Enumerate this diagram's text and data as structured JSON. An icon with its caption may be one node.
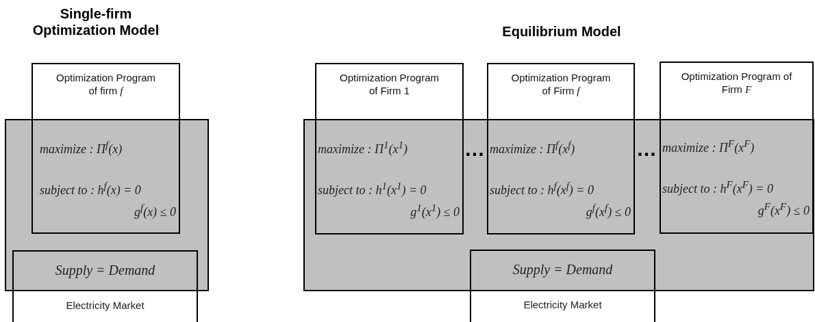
{
  "diagram": {
    "nodes": [
      {
        "text": [],
        "shape": "box"
      },
      {
        "text": [
          "Optimization Program of firm *f*",
          "maximize : Π$^{f}$(x)",
          "subject to : h$^{f}$(x) = 0",
          "g$^{f}$(x) ≤ 0"
        ]
      },
      {
        "text": [
          "Supply = Demand",
          "Electricity Market"
        ]
      },
      {
        "text": [],
        "shape": "box"
      },
      {
        "text": [
          "Optimization Program of Firm 1",
          "maximize : Π$^{1}$(x$^{1}$)",
          "subject to : h$^{1}$(x$^{1}$) = 0",
          "g$^{1}$(x$^{1}$) ≤ 0"
        ]
      },
      {
        "text": [
          "Optimization Program of Firm *f*",
          "maximize : Π$^{f}$(x$^{f}$)",
          "subject to : h$^{f}$(x$^{f}$) = 0",
          "g$^{f}$(x$^{f}$) ≤ 0"
        ]
      },
      {
        "text": [
          "Optimization Program of Firm *F*",
          "maximize : Π$^{F}$(x$^{F}$)",
          "subject to : h$^{F}$(x$^{F}$) = 0",
          "g$^{F}$(x$^{F}$) ≤ 0"
        ]
      },
      {
        "text": [
          "Supply = Demand",
          "Electricity Market"
        ]
      }
    ],
    "labels": [
      "Single-firm Optimization Model",
      "Equilibrium Model",
      "…",
      "…"
    ]
  }
}
